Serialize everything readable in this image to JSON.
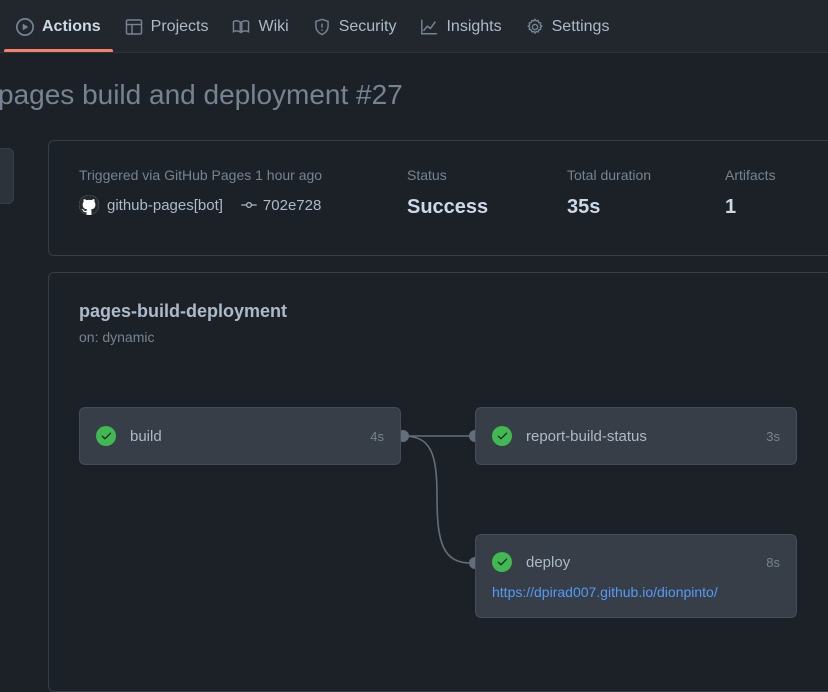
{
  "nav": {
    "items": [
      {
        "label": "Actions",
        "icon": "play-circle-icon",
        "active": true
      },
      {
        "label": "Projects",
        "icon": "table-icon",
        "active": false
      },
      {
        "label": "Wiki",
        "icon": "book-icon",
        "active": false
      },
      {
        "label": "Security",
        "icon": "shield-icon",
        "active": false
      },
      {
        "label": "Insights",
        "icon": "graph-icon",
        "active": false
      },
      {
        "label": "Settings",
        "icon": "gear-icon",
        "active": false
      }
    ],
    "active_accent": "#f78166"
  },
  "page": {
    "title": "pages build and deployment #27"
  },
  "summary": {
    "trigger_label": "Triggered via GitHub Pages 1 hour ago",
    "actor": "github-pages[bot]",
    "actor_icon": "github-avatar-icon",
    "commit_sha": "702e728",
    "commit_icon": "git-commit-icon",
    "status_label": "Status",
    "status_value": "Success",
    "duration_label": "Total duration",
    "duration_value": "35s",
    "artifacts_label": "Artifacts",
    "artifacts_value": "1"
  },
  "workflow": {
    "name": "pages-build-deployment",
    "trigger": "on: dynamic",
    "jobs": [
      {
        "name": "build",
        "duration": "4s",
        "status": "success",
        "status_icon": "check-circle-icon"
      },
      {
        "name": "report-build-status",
        "duration": "3s",
        "status": "success",
        "status_icon": "check-circle-icon"
      },
      {
        "name": "deploy",
        "duration": "8s",
        "status": "success",
        "status_icon": "check-circle-icon",
        "link": "https://dpirad007.github.io/dionpinto/"
      }
    ],
    "success_color": "#3fb950",
    "link_color": "#539bf5"
  }
}
